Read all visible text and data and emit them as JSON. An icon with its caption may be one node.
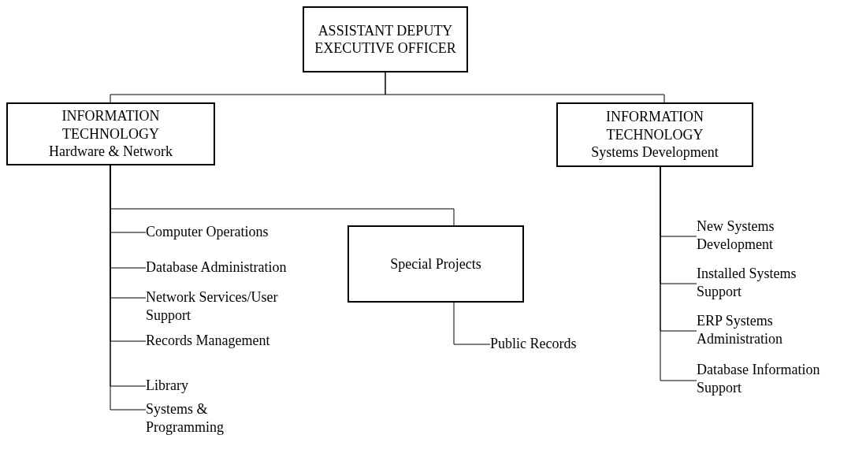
{
  "diagram": {
    "nodes": [
      {
        "text": [
          "ASSISTANT DEPUTY EXECUTIVE OFFICER"
        ]
      },
      {
        "text": [
          "INFORMATION TECHNOLOGY",
          "Hardware & Network"
        ]
      },
      {
        "text": [
          "INFORMATION TECHNOLOGY",
          "Systems Development"
        ]
      },
      {
        "text": [
          "Computer Operations"
        ]
      },
      {
        "text": [
          "Database Administration"
        ]
      },
      {
        "text": [
          "Network Services/User Support"
        ]
      },
      {
        "text": [
          "Records Management"
        ]
      },
      {
        "text": [
          "Library"
        ]
      },
      {
        "text": [
          "Systems & Programming"
        ]
      },
      {
        "text": [
          "Special Projects"
        ]
      },
      {
        "text": [
          "Public Records"
        ]
      },
      {
        "text": [
          "New Systems Development"
        ]
      },
      {
        "text": [
          "Installed Systems Support"
        ]
      },
      {
        "text": [
          "ERP Systems Administration"
        ]
      },
      {
        "text": [
          "Database Information Support"
        ]
      }
    ],
    "edges": [
      {
        "from": 0,
        "to": 1,
        "arrow": "none"
      },
      {
        "from": 0,
        "to": 2,
        "arrow": "none"
      },
      {
        "from": 1,
        "to": 3,
        "arrow": "none"
      },
      {
        "from": 1,
        "to": 4,
        "arrow": "none"
      },
      {
        "from": 1,
        "to": 5,
        "arrow": "none"
      },
      {
        "from": 1,
        "to": 6,
        "arrow": "none"
      },
      {
        "from": 1,
        "to": 7,
        "arrow": "none"
      },
      {
        "from": 1,
        "to": 8,
        "arrow": "none"
      },
      {
        "from": 1,
        "to": 9,
        "arrow": "none"
      },
      {
        "from": 9,
        "to": 10,
        "arrow": "none"
      },
      {
        "from": 2,
        "to": 11,
        "arrow": "none"
      },
      {
        "from": 2,
        "to": 12,
        "arrow": "none"
      },
      {
        "from": 2,
        "to": 13,
        "arrow": "none"
      },
      {
        "from": 2,
        "to": 14,
        "arrow": "none"
      }
    ]
  }
}
